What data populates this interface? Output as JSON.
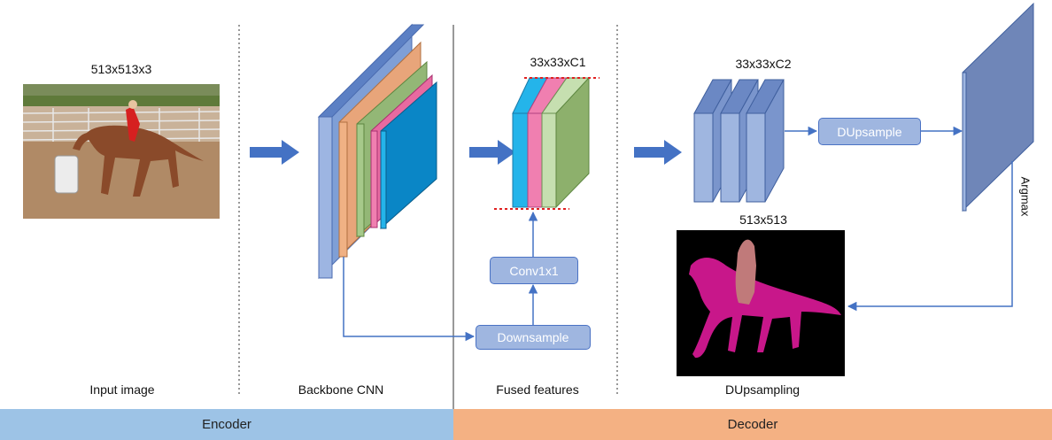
{
  "labels": {
    "input_dims": "513x513x3",
    "fused_dims": "33x33xC1",
    "decoder_dims": "33x33xC2",
    "output_dims": "513x513",
    "argmax": "Argmax"
  },
  "boxes": {
    "conv1x1": "Conv1x1",
    "downsample": "Downsample",
    "dupsample": "DUpsample"
  },
  "stage_captions": {
    "input": "Input image",
    "backbone": "Backbone CNN",
    "fused": "Fused features",
    "dupsampling": "DUpsampling"
  },
  "bands": {
    "encoder": "Encoder",
    "decoder": "Decoder"
  },
  "colors": {
    "layer_blue": "#7f9fd6",
    "layer_orange": "#f0b184",
    "layer_green": "#a6c98a",
    "layer_pink": "#f07fb0",
    "layer_cyan": "#24b4ea",
    "arrow": "#4472c4",
    "encoder_band": "#9dc3e6",
    "decoder_band": "#f4b183",
    "segment_magenta": "#c8178a",
    "segment_rider": "#c07a7a"
  }
}
